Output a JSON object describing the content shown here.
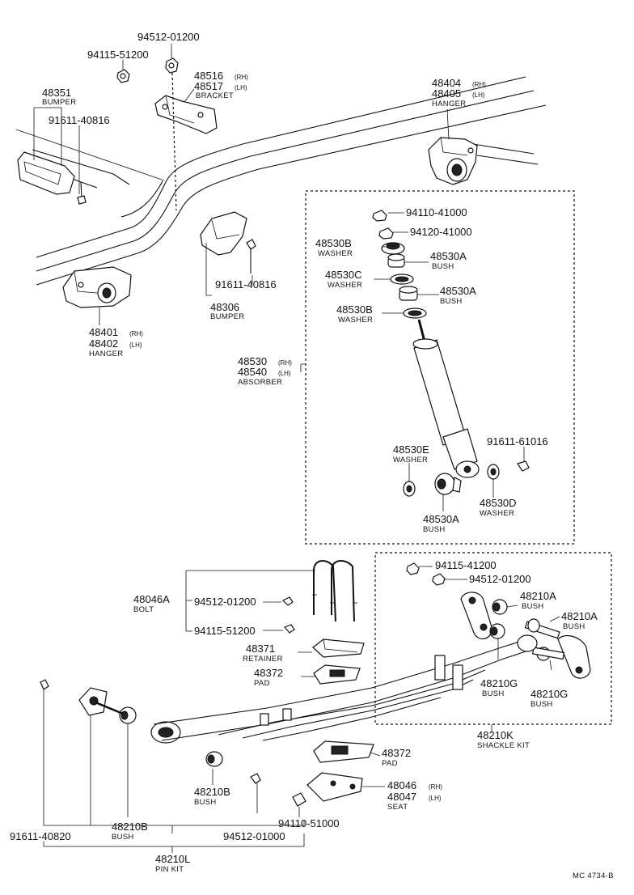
{
  "labels": {
    "p94512_01200_top": "94512-01200",
    "p94115_51200_top": "94115-51200",
    "p48516": "48516",
    "p48516_side": "(RH)",
    "p48517": "48517",
    "p48517_side": "(LH)",
    "bracket": "BRACKET",
    "p48351": "48351",
    "bumper_top": "BUMPER",
    "p91611_40816_top": "91611-40816",
    "p48404": "48404",
    "p48404_side": "(RH)",
    "p48405": "48405",
    "p48405_side": "(LH)",
    "hanger_top": "HANGER",
    "p91611_40816_mid": "91611-40816",
    "p48306": "48306",
    "bumper_mid": "BUMPER",
    "p48401": "48401",
    "p48401_side": "(RH)",
    "p48402": "48402",
    "p48402_side": "(LH)",
    "hanger_left": "HANGER",
    "p94110_41000": "94110-41000",
    "p94120_41000": "94120-41000",
    "p48530B_1": "48530B",
    "washer_1": "WASHER",
    "p48530A_1": "48530A",
    "bush_1": "BUSH",
    "p48530C": "48530C",
    "washer_2": "WASHER",
    "p48530A_2": "48530A",
    "bush_2": "BUSH",
    "p48530B_2": "48530B",
    "washer_3": "WASHER",
    "p48530": "48530",
    "p48530_side": "(RH)",
    "p48540": "48540",
    "p48540_side": "(LH)",
    "absorber": "ABSORBER",
    "p48530E": "48530E",
    "washer_4": "WASHER",
    "p91611_61016": "91611-61016",
    "p48530D": "48530D",
    "washer_5": "WASHER",
    "p48530A_3": "48530A",
    "bush_3": "BUSH",
    "p94115_41200": "94115-41200",
    "p94512_01200_shackle": "94512-01200",
    "p48210A_1": "48210A",
    "bush_4": "BUSH",
    "p48210A_2": "48210A",
    "bush_5": "BUSH",
    "p48210G_1": "48210G",
    "bush_6": "BUSH",
    "p48210G_2": "48210G",
    "bush_7": "BUSH",
    "p48210K": "48210K",
    "shackle_kit": "SHACKLE KIT",
    "p48046A": "48046A",
    "bolt": "BOLT",
    "p94512_01200_bolt": "94512-01200",
    "p94115_51200_bolt": "94115-51200",
    "p48371": "48371",
    "retainer": "RETAINER",
    "p48372_1": "48372",
    "pad_1": "PAD",
    "p48372_2": "48372",
    "pad_2": "PAD",
    "p48046": "48046",
    "p48046_side": "(RH)",
    "p48047": "48047",
    "p48047_side": "(LH)",
    "seat": "SEAT",
    "p48210B_1": "48210B",
    "bush_8": "BUSH",
    "p48210B_2": "48210B",
    "bush_9": "BUSH",
    "p94110_51000": "94110-51000",
    "p94512_01000": "94512-01000",
    "p91611_40820": "91611-40820",
    "p48210L": "48210L",
    "pin_kit": "PIN KIT",
    "code": "MC 4734-B"
  }
}
